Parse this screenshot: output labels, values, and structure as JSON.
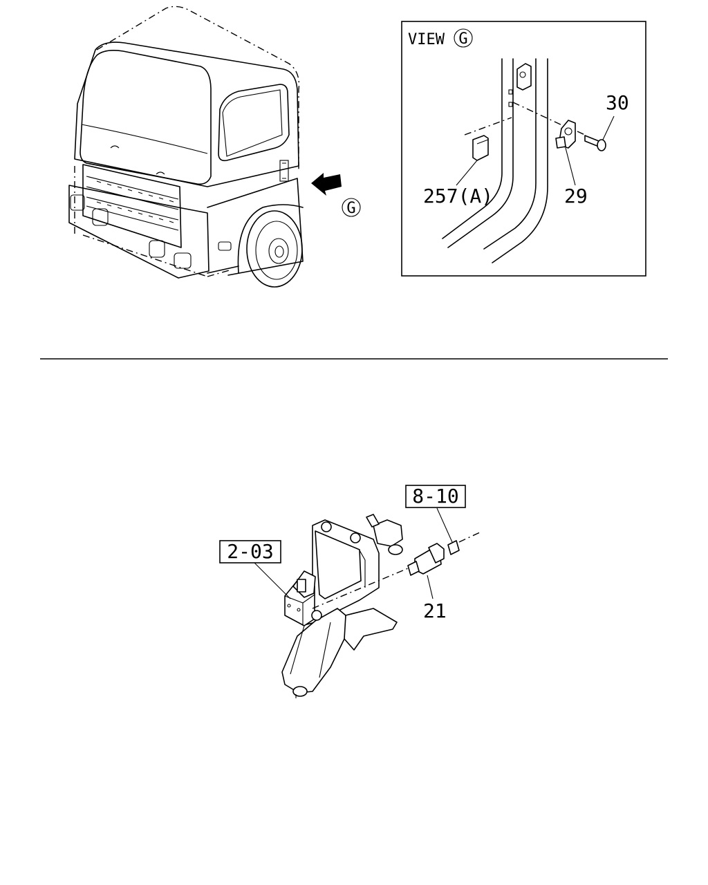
{
  "view_panel": {
    "title_prefix": "VIEW",
    "view_letter": "G"
  },
  "callouts": {
    "view_marker": "G",
    "part_30": "30",
    "part_257a": "257(A)",
    "part_29": "29",
    "ref_8_10": "8-10",
    "ref_2_03": "2-03",
    "part_21": "21"
  }
}
